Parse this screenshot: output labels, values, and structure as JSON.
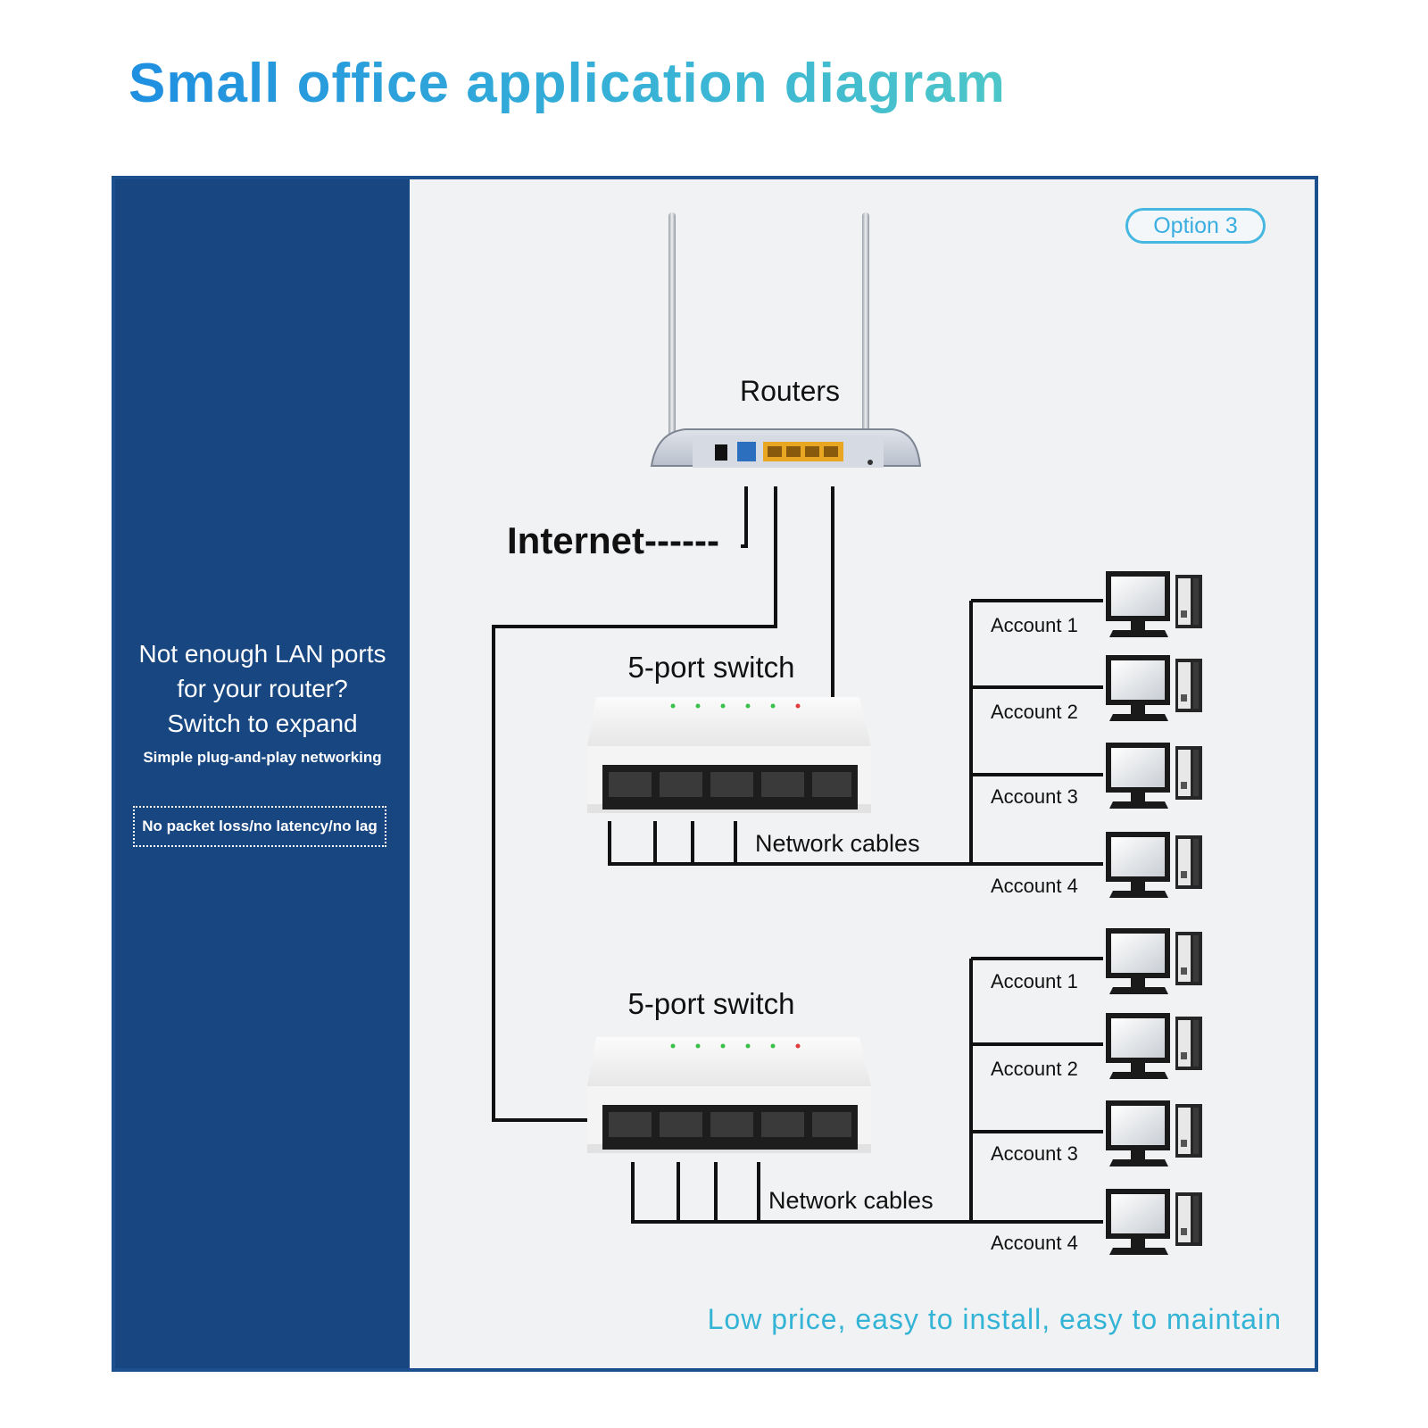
{
  "title": "Small office application diagram",
  "sidebar": {
    "heading_lines": [
      "Not enough LAN ports",
      "for your router?",
      "Switch to expand"
    ],
    "subtitle": "Simple plug-and-play networking",
    "boxed_note": "No packet loss/no latency/no lag"
  },
  "option_badge": "Option 3",
  "diagram": {
    "router_label": "Routers",
    "internet_label": "Internet------",
    "switches": [
      {
        "label": "5-port switch",
        "cables_label": "Network cables",
        "accounts": [
          "Account 1",
          "Account 2",
          "Account 3",
          "Account 4"
        ]
      },
      {
        "label": "5-port switch",
        "cables_label": "Network cables",
        "accounts": [
          "Account 1",
          "Account 2",
          "Account 3",
          "Account 4"
        ]
      }
    ]
  },
  "tagline": "Low price, easy to install, easy to maintain",
  "colors": {
    "sidebar": "#174681",
    "title_gradient": [
      "#1f8fe0",
      "#4dc6c8"
    ],
    "accent": "#33b3d6",
    "router_ports": "#e9a623"
  },
  "icons": [
    "router-icon",
    "switch-icon",
    "desktop-computer-icon"
  ]
}
